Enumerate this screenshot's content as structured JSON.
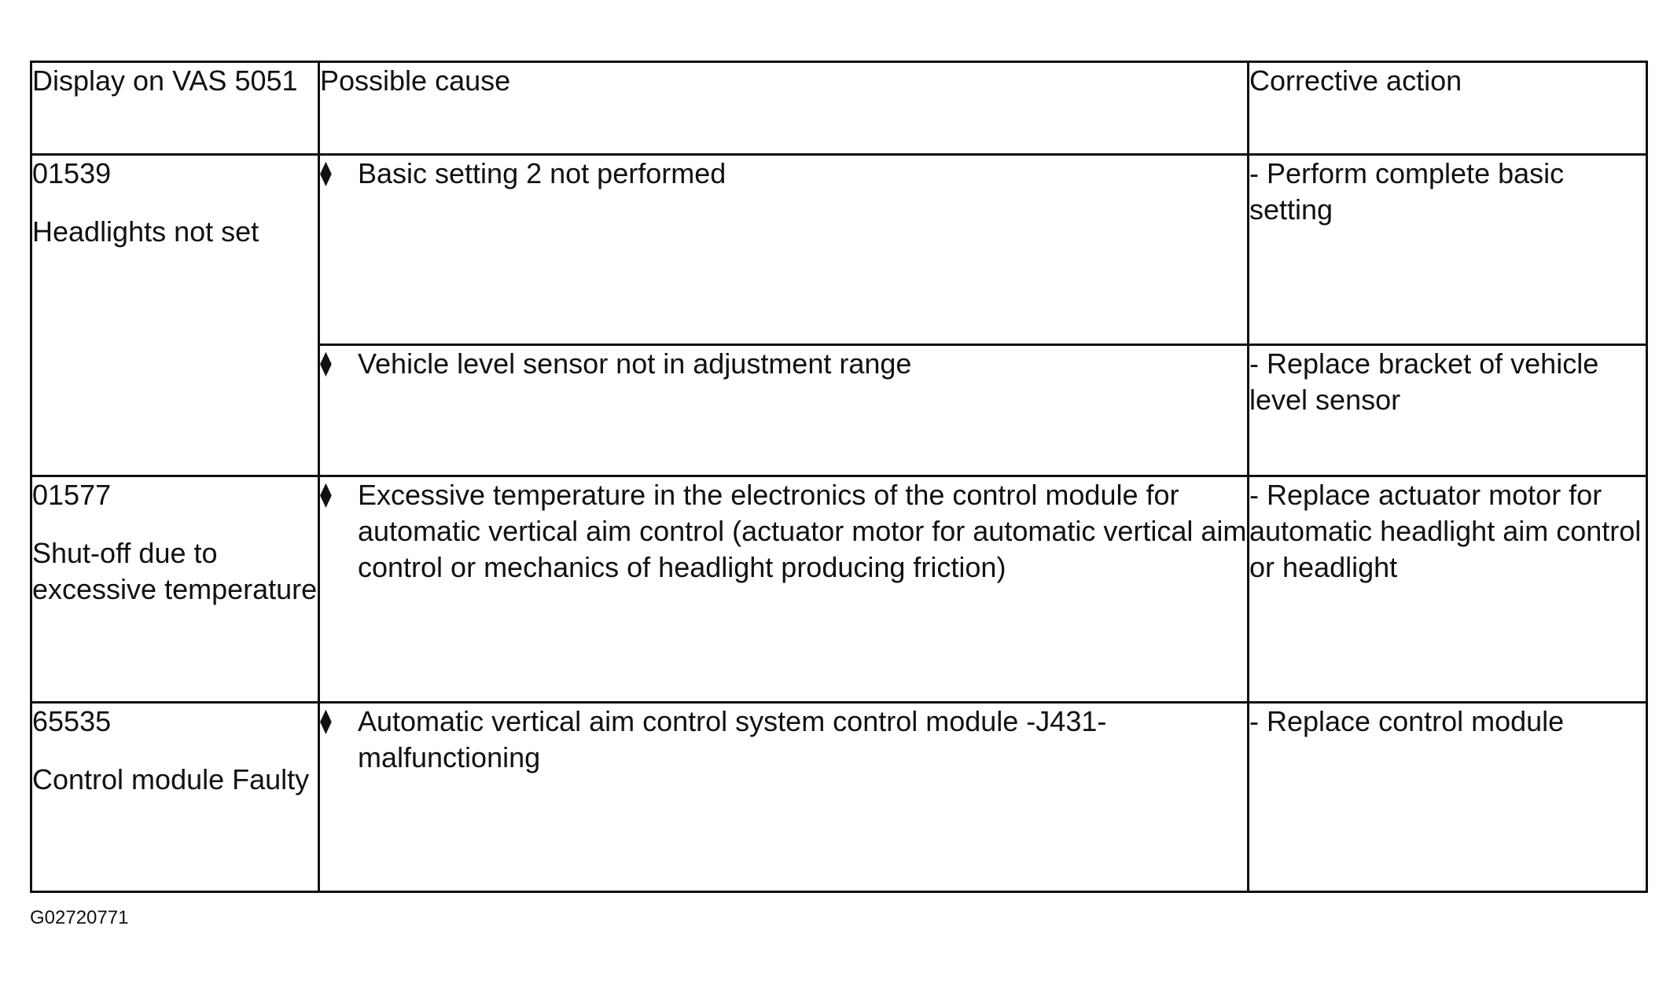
{
  "table": {
    "headers": {
      "display": "Display on VAS 5051",
      "cause": "Possible cause",
      "action": "Corrective action"
    },
    "rows": [
      {
        "code": "01539",
        "description": "Headlights not set",
        "causes": [
          {
            "cause": "Basic setting 2 not performed",
            "action": "- Perform complete basic setting"
          },
          {
            "cause": "Vehicle level sensor not in adjustment range",
            "action": "- Replace bracket of vehicle level sensor"
          }
        ]
      },
      {
        "code": "01577",
        "description": "Shut-off due to excessive temperature",
        "causes": [
          {
            "cause": "Excessive temperature in the electronics of the control module for automatic vertical aim control (actuator motor for automatic vertical aim control or mechanics of headlight producing friction)",
            "action": "- Replace actuator motor for automatic headlight aim control or headlight"
          }
        ]
      },
      {
        "code": "65535",
        "description": "Control module Faulty",
        "causes": [
          {
            "cause": "Automatic vertical aim control system control module -J431- malfunctioning",
            "action": "- Replace control module"
          }
        ]
      }
    ],
    "bullet_glyph": "⧫"
  },
  "footer": {
    "figure_code": "G02720771"
  }
}
